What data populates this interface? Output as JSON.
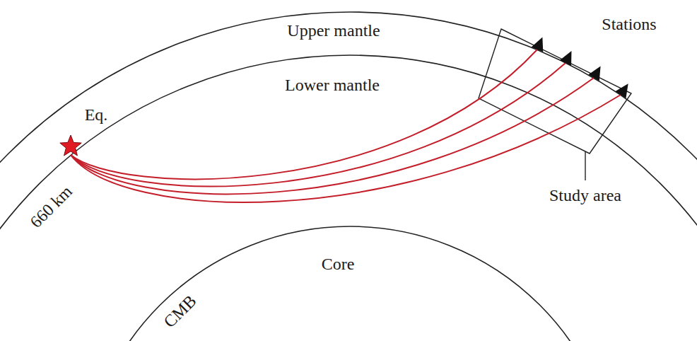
{
  "diagram": {
    "labels": [
      "Upper mantle",
      "Lower mantle",
      "Stations",
      "Eq.",
      "660 km",
      "Core",
      "CMB",
      "Study area"
    ]
  }
}
